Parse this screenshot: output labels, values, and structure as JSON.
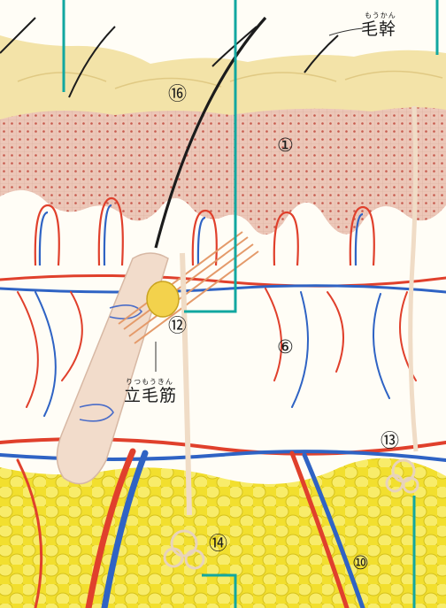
{
  "labels": {
    "n1": "①",
    "n6": "⑥",
    "n10": "⑩",
    "n12": "⑫",
    "n13": "⑬",
    "n14": "⑭",
    "n16": "⑯",
    "hair_shaft": "毛幹",
    "hair_shaft_reading": "もうかん",
    "arrector_pili": "立毛筋",
    "arrector_pili_reading": "りつもうきん"
  },
  "colors": {
    "epidermis_surface": "#f3e3a8",
    "epidermis_cells": "#e9c2b3",
    "dermis": "#fffdf6",
    "fat": "#f4e233",
    "artery": "#e0402c",
    "vein": "#2f63c4",
    "leader_line": "#12a7a0"
  }
}
